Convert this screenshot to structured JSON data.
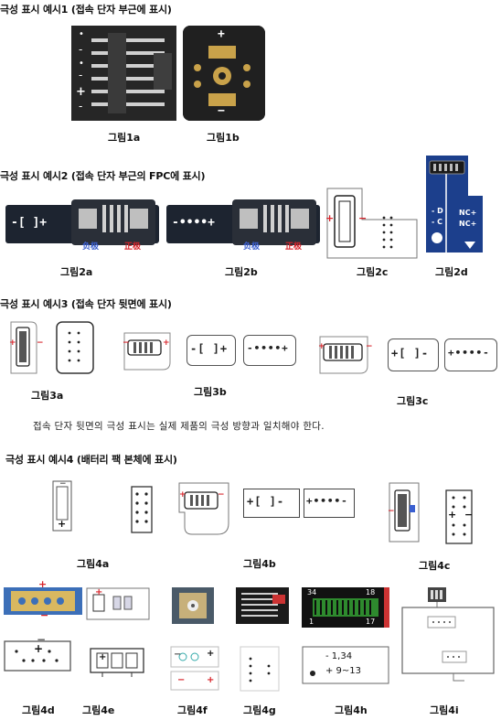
{
  "sections": {
    "s1": {
      "heading": "극성 표시 예시1 (접속 단자 부근에 표시)"
    },
    "s2": {
      "heading": "극성 표시 예시2 (접속 단자 부근의 FPC에 표시)"
    },
    "s3": {
      "heading": "극성 표시 예시3 (접속 단자 뒷면에 표시)"
    },
    "s4": {
      "heading": "극성 표시 예시4 (배터리 팩 본체에 표시)"
    }
  },
  "note": "접속 단자 뒷면의 극성 표시는 실제 제품의 극성 방향과 일치해야 한다.",
  "captions": {
    "fig1a": "그림1a",
    "fig1b": "그림1b",
    "fig2a": "그림2a",
    "fig2b": "그림2b",
    "fig2c": "그림2c",
    "fig2d": "그림2d",
    "fig3a": "그림3a",
    "fig3b": "그림3b",
    "fig3c": "그림3c",
    "fig4a": "그림4a",
    "fig4b": "그림4b",
    "fig4c": "그림4c",
    "fig4d": "그림4d",
    "fig4e": "그림4e",
    "fig4f": "그림4f",
    "fig4g": "그림4g",
    "fig4h": "그림4h",
    "fig4i": "그림4i"
  },
  "marks": {
    "plus": "+",
    "minus": "−",
    "fpc2a_label": "-[ ]+",
    "fpc2b_label": "-••••+",
    "neg_cn": "负极",
    "pos_cn": "正极",
    "fig2d_nc1": "NC+",
    "fig2d_nc2": "NC+",
    "fig2d_d": "- D",
    "fig2d_c": "- C",
    "fig3b_label1": "-[ ]+",
    "fig3b_label2": "-••••+",
    "fig3c_label1": "+[ ]-",
    "fig3c_label2": "+••••-",
    "fig4b_label1": "+[ ]-",
    "fig4b_label2": "+••••-",
    "fig4h_left_top": "34",
    "fig4h_right_top": "18",
    "fig4h_left_bottom": "1",
    "fig4h_right_bottom": "17",
    "fig4h_line1": "-  1,34",
    "fig4h_line2": "+  9~13"
  },
  "colors": {
    "accent_red": "#d8232a",
    "fpc_dark": "#1d2430",
    "fpc_blue": "#1c3f8c",
    "gold": "#c9a24a"
  }
}
